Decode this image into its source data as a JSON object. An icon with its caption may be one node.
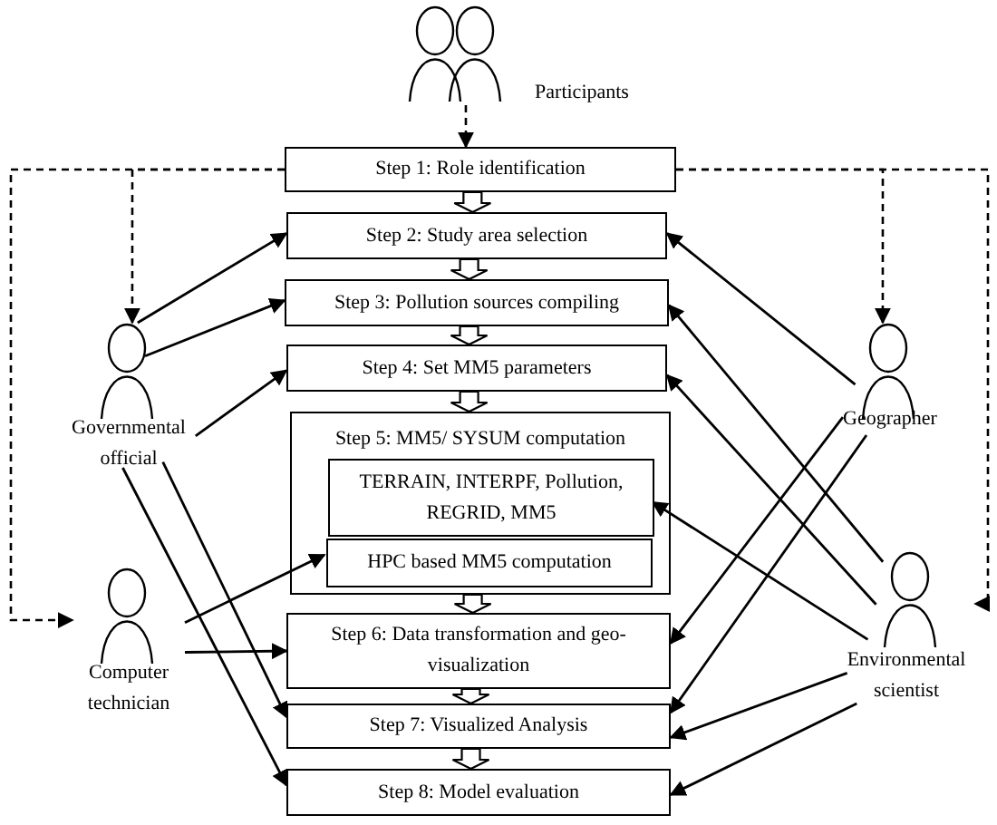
{
  "diagram": {
    "nodes": [
      {
        "text": [
          "Participants"
        ]
      },
      {
        "text": [
          "Step 1: Role identification"
        ]
      },
      {
        "text": [
          "Step 2: Study area selection"
        ]
      },
      {
        "text": [
          "Step 3: Pollution sources compiling"
        ]
      },
      {
        "text": [
          "Step 4: Set MM5 parameters"
        ]
      },
      {
        "text": [
          "Step 5: MM5/ SYSUM computation"
        ]
      },
      {
        "text": [
          "TERRAIN, INTERPF, Pollution, REGRID, MM5"
        ],
        "in": 5
      },
      {
        "text": [
          "HPC based MM5 computation"
        ],
        "in": 5
      },
      {
        "text": [
          "Step 6: Data transformation and geo-visualization"
        ]
      },
      {
        "text": [
          "Step 7: Visualized Analysis"
        ]
      },
      {
        "text": [
          "Step 8: Model evaluation"
        ]
      },
      {
        "text": [
          "Governmental official"
        ]
      },
      {
        "text": [
          "Geographer"
        ]
      },
      {
        "text": [
          "Computer technician"
        ]
      },
      {
        "text": [
          "Environmental scientist"
        ]
      }
    ],
    "edges": [
      {
        "from": 0,
        "to": 1,
        "arrow": "to",
        "style": "dashed"
      },
      {
        "from": 1,
        "to": 11,
        "arrow": "to",
        "style": "dashed"
      },
      {
        "from": 1,
        "to": 13,
        "arrow": "to",
        "style": "dashed"
      },
      {
        "from": 1,
        "to": 12,
        "arrow": "to",
        "style": "dashed"
      },
      {
        "from": 1,
        "to": 14,
        "arrow": "to",
        "style": "dashed"
      },
      {
        "from": 1,
        "to": 2,
        "arrow": "to",
        "style": "thick"
      },
      {
        "from": 2,
        "to": 3,
        "arrow": "to",
        "style": "thick"
      },
      {
        "from": 3,
        "to": 4,
        "arrow": "to",
        "style": "thick"
      },
      {
        "from": 4,
        "to": 5,
        "arrow": "to",
        "style": "thick"
      },
      {
        "from": 5,
        "to": 8,
        "arrow": "to",
        "style": "thick"
      },
      {
        "from": 8,
        "to": 9,
        "arrow": "to",
        "style": "thick"
      },
      {
        "from": 9,
        "to": 10,
        "arrow": "to",
        "style": "thick"
      },
      {
        "from": 11,
        "to": 2,
        "arrow": "to"
      },
      {
        "from": 11,
        "to": 3,
        "arrow": "to"
      },
      {
        "from": 11,
        "to": 4,
        "arrow": "to"
      },
      {
        "from": 11,
        "to": 9,
        "arrow": "to"
      },
      {
        "from": 11,
        "to": 10,
        "arrow": "to"
      },
      {
        "from": 13,
        "to": 7,
        "arrow": "to"
      },
      {
        "from": 13,
        "to": 8,
        "arrow": "to"
      },
      {
        "from": 12,
        "to": 2,
        "arrow": "to"
      },
      {
        "from": 12,
        "to": 8,
        "arrow": "to"
      },
      {
        "from": 12,
        "to": 9,
        "arrow": "to"
      },
      {
        "from": 14,
        "to": 3,
        "arrow": "to"
      },
      {
        "from": 14,
        "to": 4,
        "arrow": "to"
      },
      {
        "from": 14,
        "to": 6,
        "arrow": "to"
      },
      {
        "from": 14,
        "to": 9,
        "arrow": "to"
      },
      {
        "from": 14,
        "to": 10,
        "arrow": "to"
      }
    ]
  }
}
